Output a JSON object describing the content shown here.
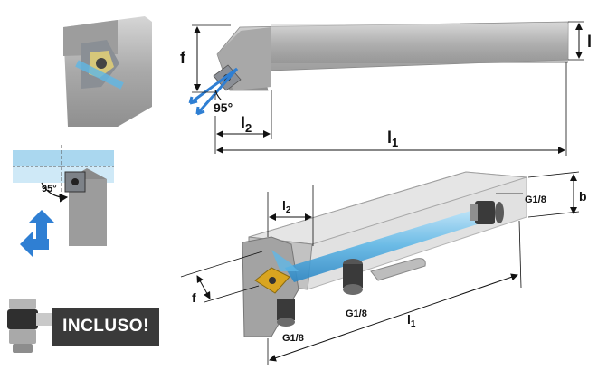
{
  "top_drawing": {
    "dim_f": "f",
    "dim_l": "l",
    "dim_l1": "l",
    "dim_l1_sub": "1",
    "dim_l2": "l",
    "dim_l2_sub": "2",
    "angle": "95°"
  },
  "left_schematic": {
    "angle": "95°"
  },
  "bottom_drawing": {
    "dim_b": "b",
    "dim_l2": "l",
    "dim_l2_sub": "2",
    "dim_f": "f",
    "dim_l1": "l",
    "dim_l1_sub": "1",
    "port_top": "G1/8",
    "port_mid": "G1/8",
    "port_bottom": "G1/8"
  },
  "badge": {
    "label": "INCLUSO!"
  },
  "colors": {
    "steel": "#b9b9b9",
    "coolant_blue": "#5fb7e6",
    "insert_gold": "#d9a520",
    "arrow_blue": "#2f7fd3"
  }
}
